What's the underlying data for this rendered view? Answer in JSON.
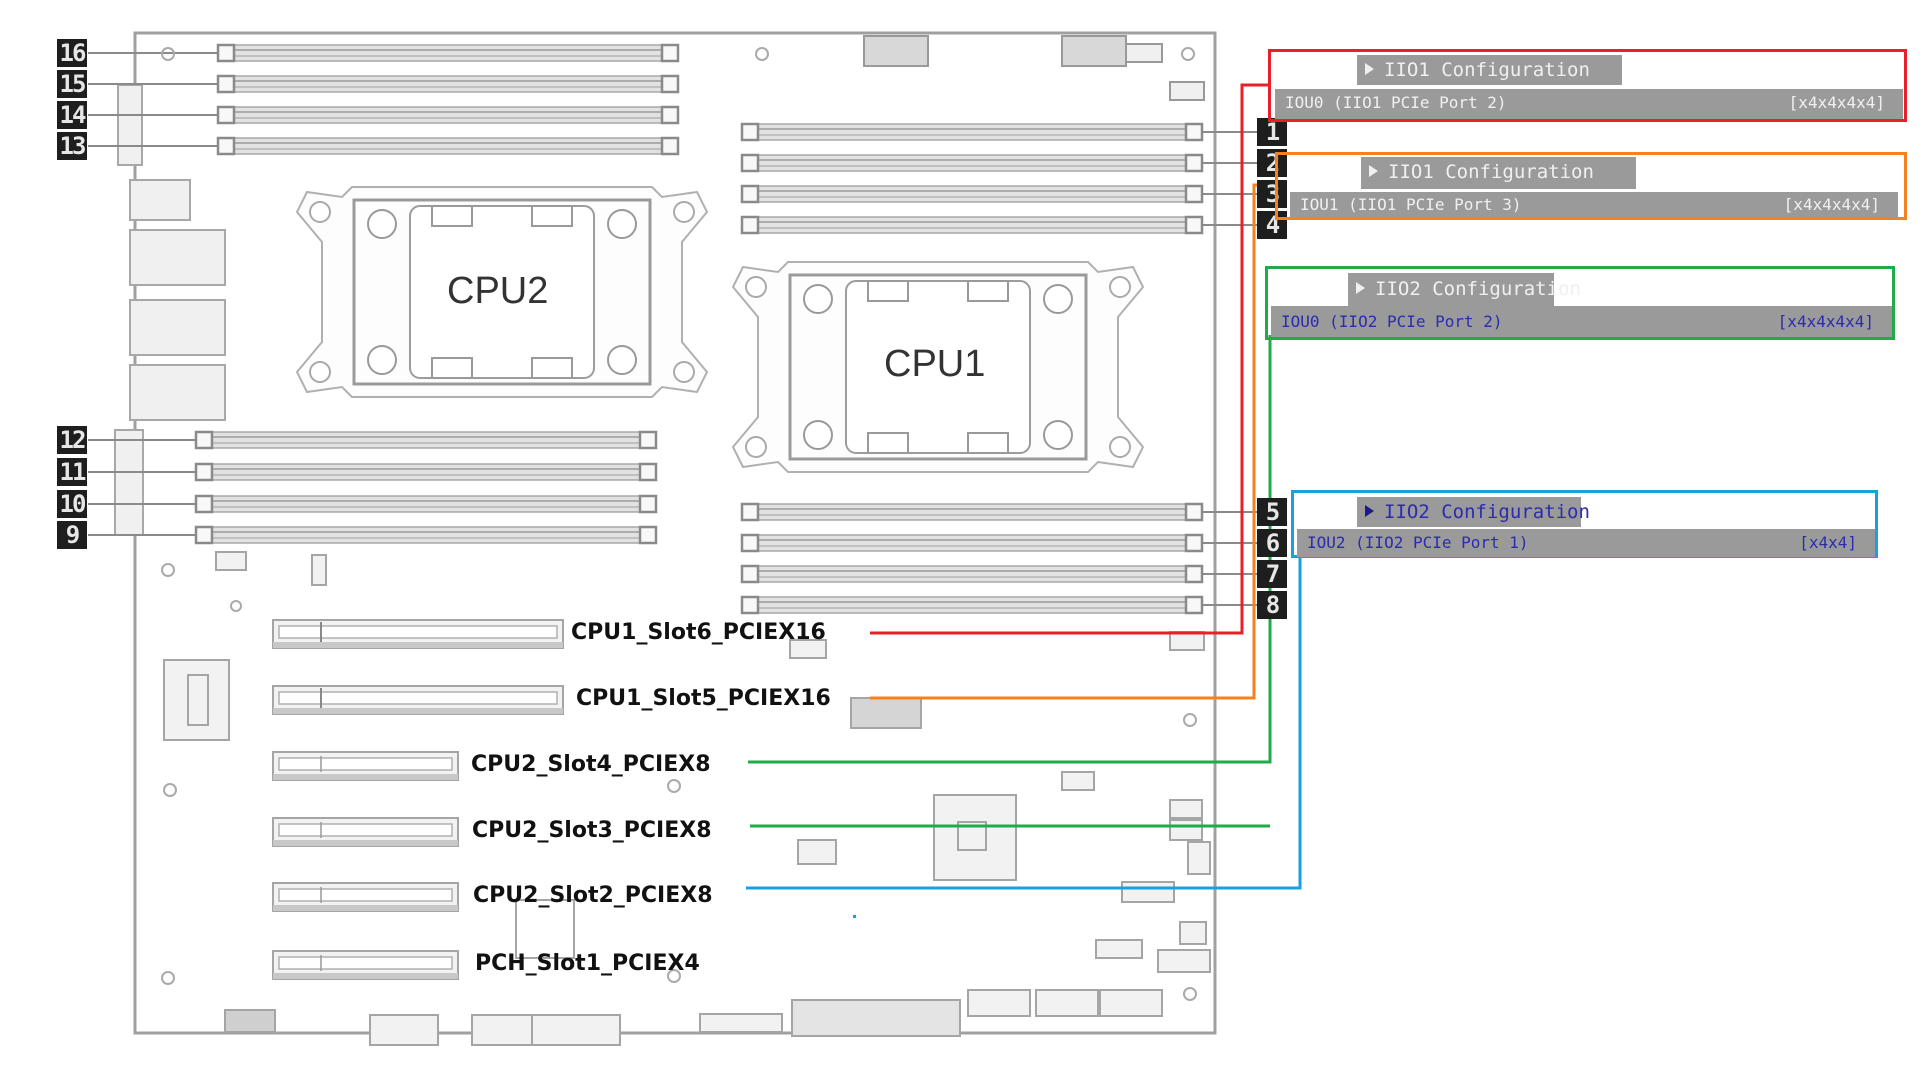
{
  "diagram": {
    "title": "Motherboard PCIe slot to IIO/IOU bifurcation mapping",
    "cpus": [
      {
        "id": "cpu2",
        "label": "CPU2"
      },
      {
        "id": "cpu1",
        "label": "CPU1"
      }
    ],
    "dimm_labels": {
      "left_top": [
        "16",
        "15",
        "14",
        "13"
      ],
      "left_bottom": [
        "12",
        "11",
        "10",
        "9"
      ],
      "right_top": [
        "1",
        "2",
        "3",
        "4"
      ],
      "right_bottom": [
        "5",
        "6",
        "7",
        "8"
      ]
    },
    "slots": [
      {
        "label": "CPU1_Slot6_PCIEX16",
        "color": "#e8202a",
        "callout": 0
      },
      {
        "label": "CPU1_Slot5_PCIEX16",
        "color": "#f58220",
        "callout": 1
      },
      {
        "label": "CPU2_Slot4_PCIEX8",
        "color": "#22aa4a",
        "callout": 2
      },
      {
        "label": "CPU2_Slot3_PCIEX8",
        "color": "#22aa4a",
        "callout": 2
      },
      {
        "label": "CPU2_Slot2_PCIEX8",
        "color": "#1a9fe0",
        "callout": 3
      },
      {
        "label": "PCH_Slot1_PCIEX4",
        "color": null,
        "callout": null
      }
    ],
    "callouts": [
      {
        "color": "#e8202a",
        "tab": "IIO1 Configuration",
        "row_label": "IOU0 (IIO1 PCIe Port 2)",
        "row_value": "[x4x4x4x4]",
        "text_style": "light"
      },
      {
        "color": "#f58220",
        "tab": "IIO1 Configuration",
        "row_label": "IOU1 (IIO1 PCIe Port 3)",
        "row_value": "[x4x4x4x4]",
        "text_style": "light"
      },
      {
        "color": "#22aa4a",
        "tab": "IIO2 Configuration",
        "row_label": "IOU0 (IIO2 PCIe Port 2)",
        "row_value": "[x4x4x4x4]",
        "text_style": "blue-row"
      },
      {
        "color": "#1a9fe0",
        "tab": "IIO2 Configuration",
        "row_label": "IOU2 (IIO2 PCIe Port 1)",
        "row_value": "[x4x4]",
        "text_style": "blue"
      }
    ]
  }
}
